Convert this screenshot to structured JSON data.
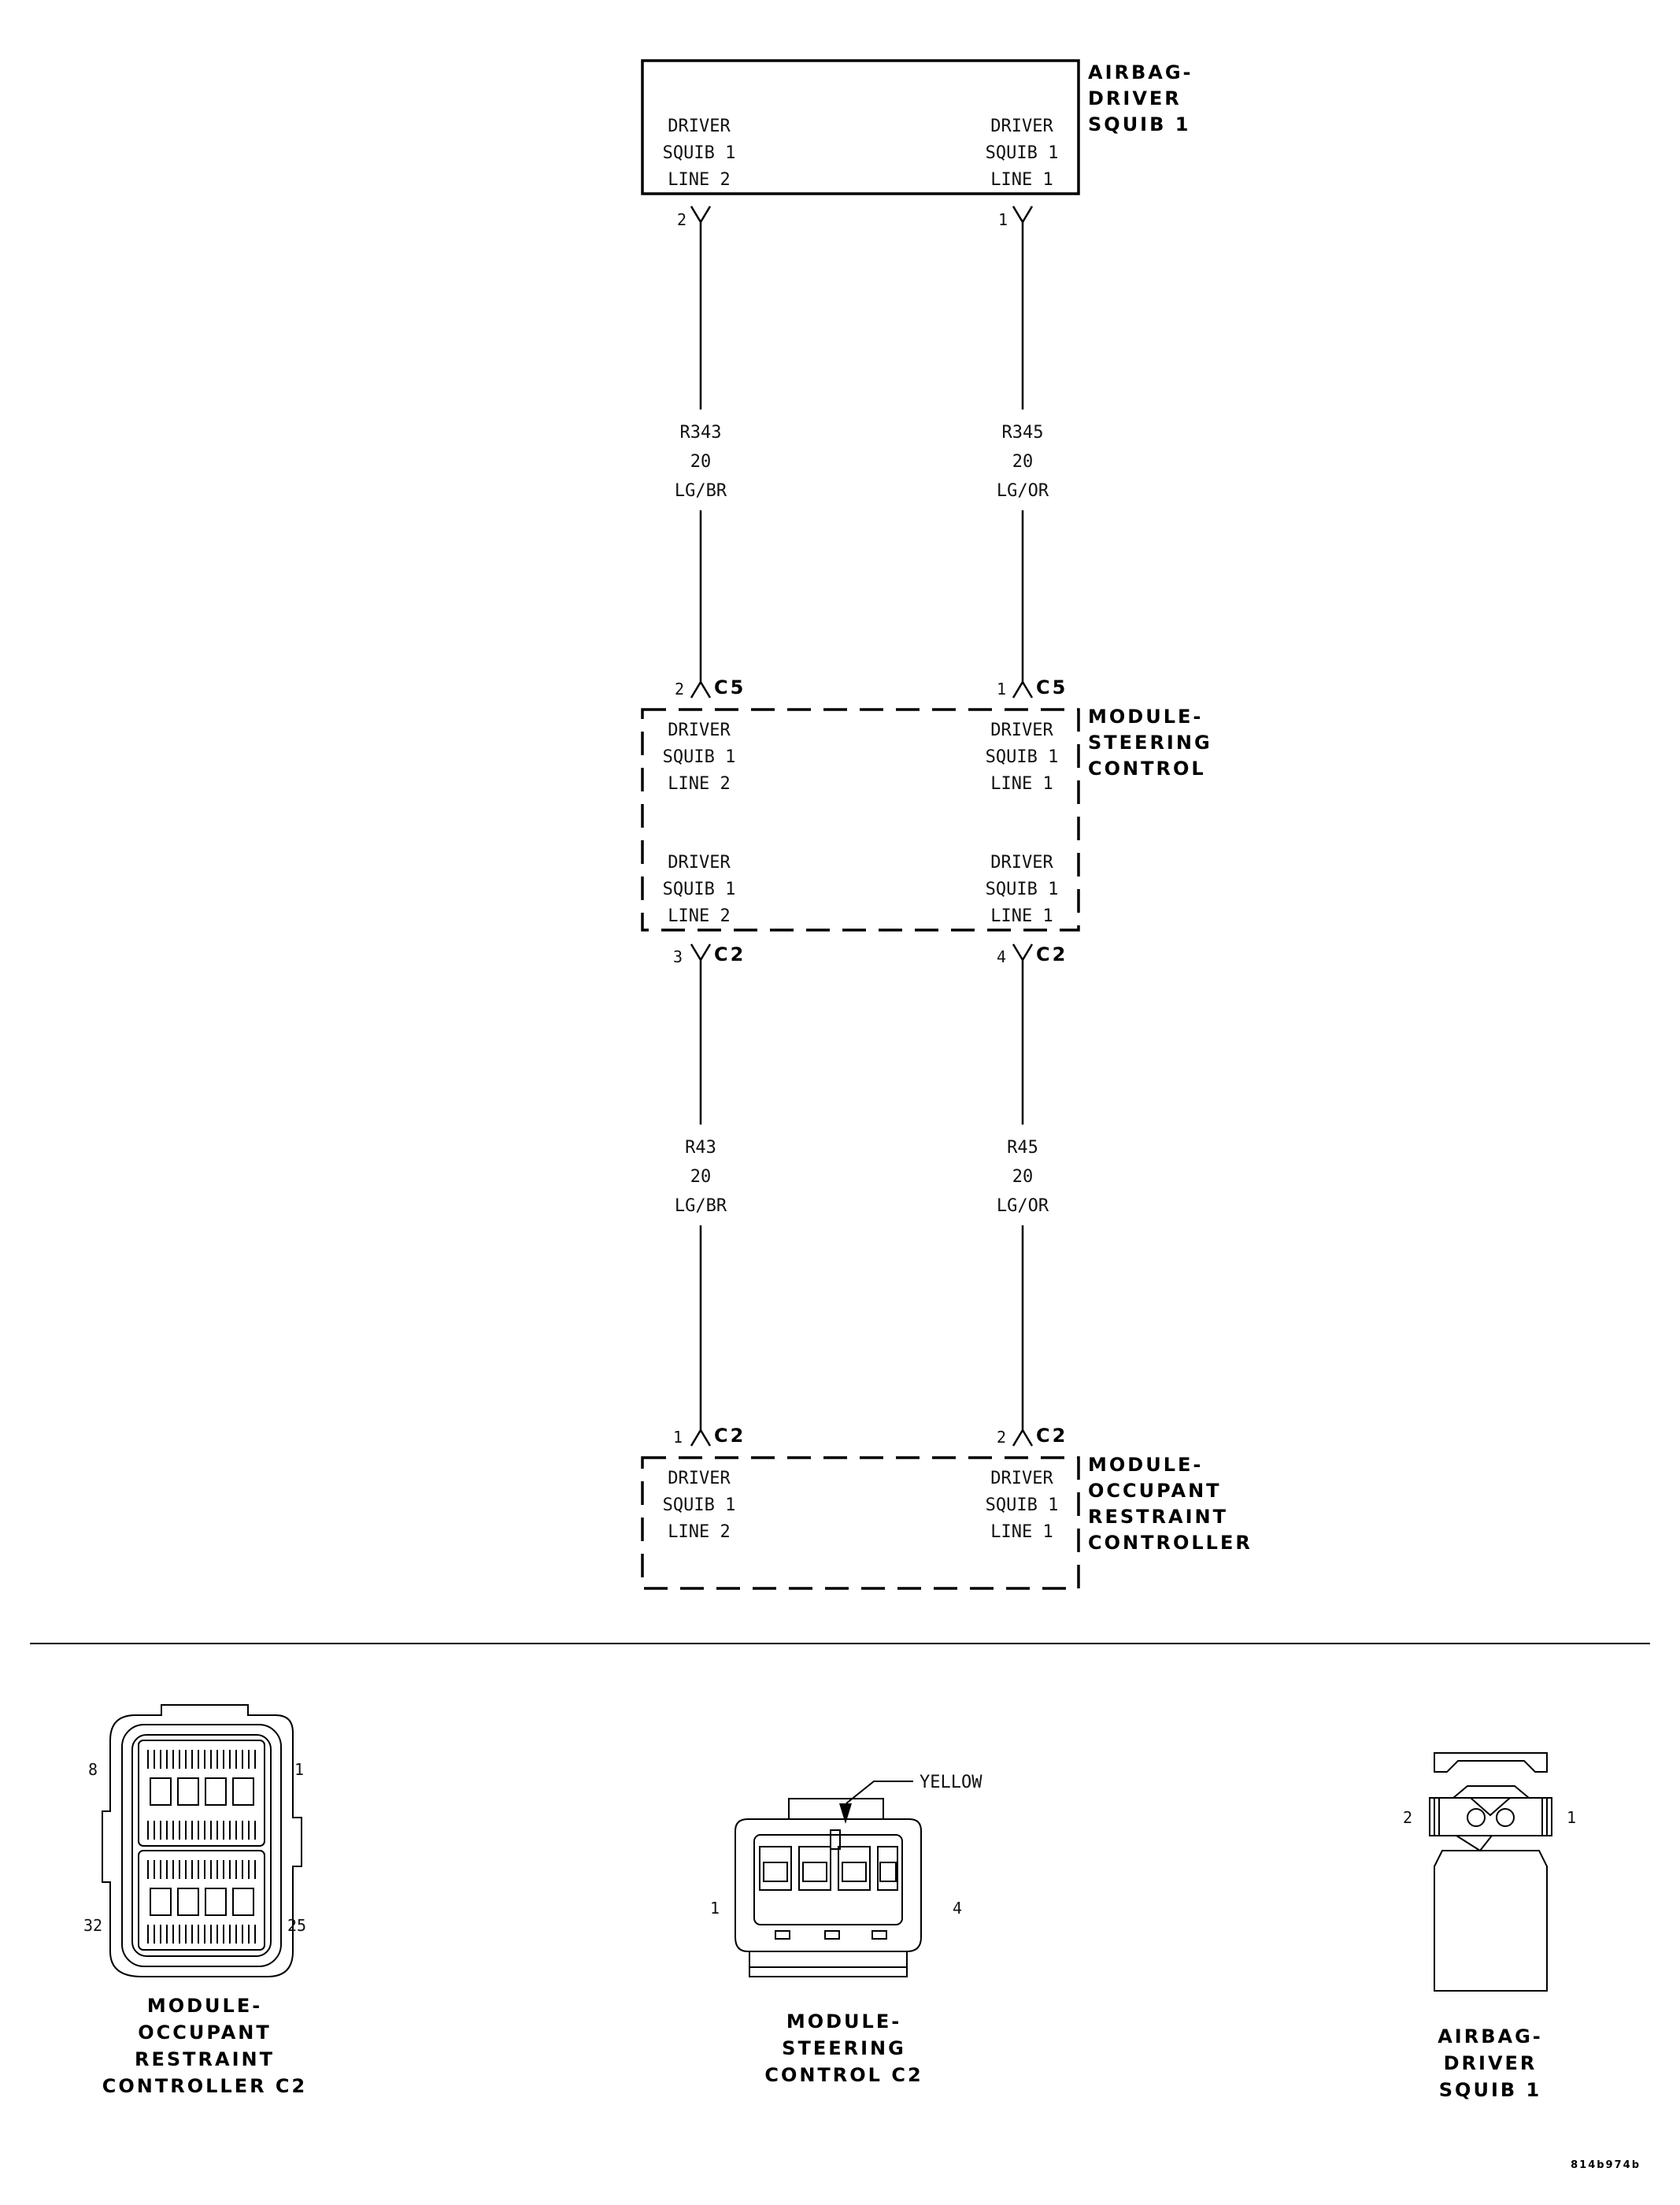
{
  "components": {
    "airbag": {
      "title": [
        "AIRBAG-",
        "DRIVER",
        "SQUIB 1"
      ],
      "left_label": [
        "DRIVER",
        "SQUIB 1",
        "LINE 2"
      ],
      "right_label": [
        "DRIVER",
        "SQUIB 1",
        "LINE 1"
      ]
    },
    "steering": {
      "title": [
        "MODULE-",
        "STEERING",
        "CONTROL"
      ],
      "top_left": [
        "DRIVER",
        "SQUIB 1",
        "LINE 2"
      ],
      "top_right": [
        "DRIVER",
        "SQUIB 1",
        "LINE 1"
      ],
      "bottom_left": [
        "DRIVER",
        "SQUIB 1",
        "LINE 2"
      ],
      "bottom_right": [
        "DRIVER",
        "SQUIB 1",
        "LINE 1"
      ]
    },
    "orc": {
      "title": [
        "MODULE-",
        "OCCUPANT",
        "RESTRAINT",
        "CONTROLLER"
      ],
      "left_label": [
        "DRIVER",
        "SQUIB 1",
        "LINE 2"
      ],
      "right_label": [
        "DRIVER",
        "SQUIB 1",
        "LINE 1"
      ]
    }
  },
  "pins": {
    "airbag_left": "2",
    "airbag_right": "1",
    "steer_top_left": "2",
    "steer_top_right": "1",
    "steer_top_conn": "C5",
    "steer_bot_left": "3",
    "steer_bot_right": "4",
    "steer_bot_conn": "C2",
    "orc_left": "1",
    "orc_right": "2",
    "orc_conn": "C2"
  },
  "wires": {
    "upper_left": [
      "R343",
      "20",
      "LG/BR"
    ],
    "upper_right": [
      "R345",
      "20",
      "LG/OR"
    ],
    "lower_left": [
      "R43",
      "20",
      "LG/BR"
    ],
    "lower_right": [
      "R45",
      "20",
      "LG/OR"
    ]
  },
  "connectors": {
    "orc_c2": {
      "name": [
        "MODULE-",
        "OCCUPANT",
        "RESTRAINT",
        "CONTROLLER C2"
      ],
      "pins": [
        "8",
        "1",
        "32",
        "25"
      ]
    },
    "steering_c2": {
      "name": [
        "MODULE-",
        "STEERING",
        "CONTROL C2"
      ],
      "color_callout": "YELLOW",
      "pins": [
        "1",
        "4"
      ]
    },
    "airbag_conn": {
      "name": [
        "AIRBAG-",
        "DRIVER",
        "SQUIB 1"
      ],
      "pins": [
        "2",
        "1"
      ]
    }
  },
  "figure_id": "814b974b"
}
